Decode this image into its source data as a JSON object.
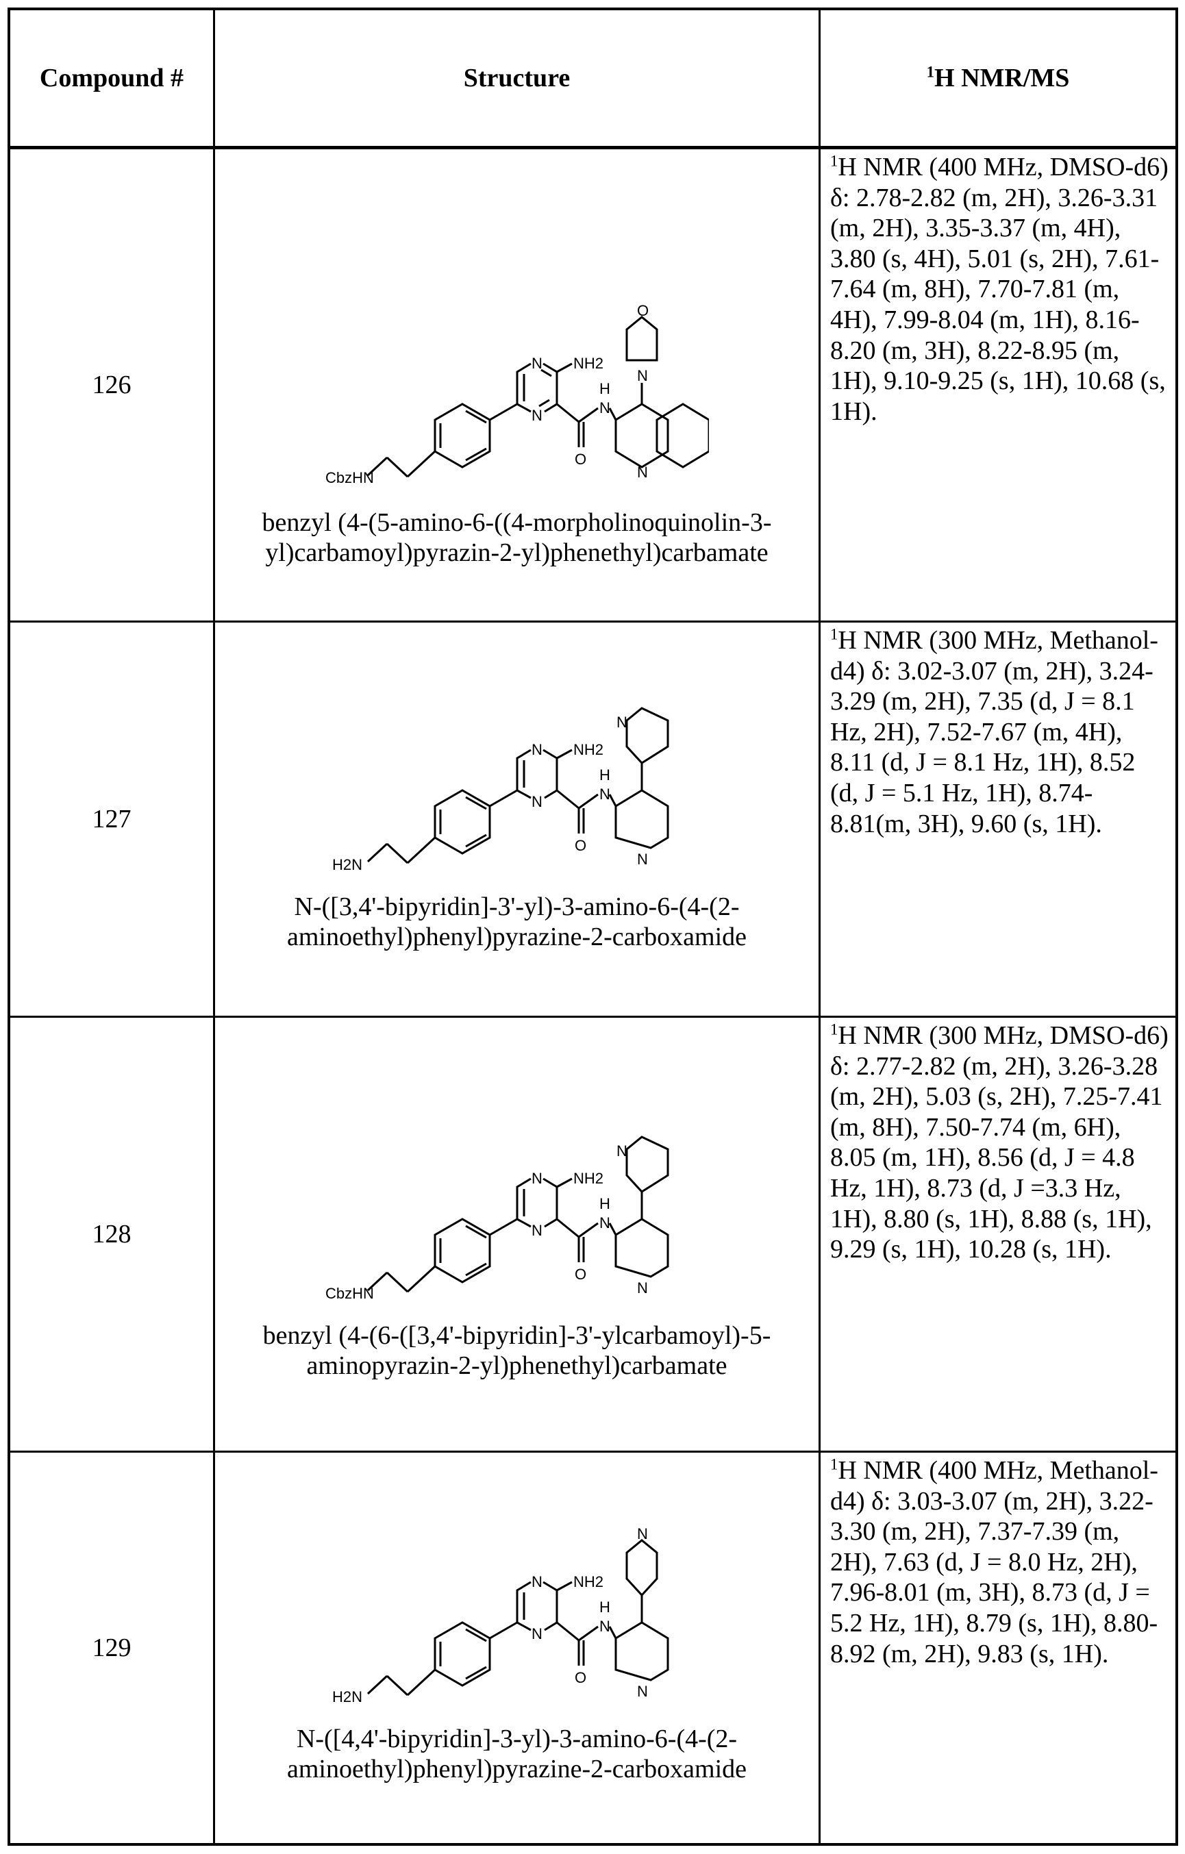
{
  "table": {
    "headers": {
      "compound": "Compound #",
      "structure": "Structure",
      "nmr_sup": "1",
      "nmr": "H NMR/MS"
    },
    "rows": [
      {
        "compound": "126",
        "structure_labels": [
          "CbzHN",
          "N",
          "N",
          "NH2",
          "H",
          "N",
          "O",
          "N",
          "O",
          "N"
        ],
        "name": "benzyl (4-(5-amino-6-((4-morpholinoquinolin-3-yl)carbamoyl)pyrazin-2-yl)phenethyl)carbamate",
        "nmr_sup": "1",
        "nmr": "H NMR (400 MHz, DMSO-d6) δ: 2.78-2.82 (m, 2H), 3.26-3.31 (m, 2H), 3.35-3.37 (m, 4H), 3.80 (s, 4H), 5.01 (s, 2H), 7.61-7.64 (m, 8H), 7.70-7.81 (m, 4H), 7.99-8.04 (m, 1H), 8.16-8.20 (m, 3H), 8.22-8.95 (m, 1H), 9.10-9.25 (s, 1H), 10.68 (s, 1H)."
      },
      {
        "compound": "127",
        "structure_labels": [
          "H2N",
          "N",
          "N",
          "NH2",
          "H",
          "N",
          "O",
          "N",
          "N"
        ],
        "name": "N-([3,4'-bipyridin]-3'-yl)-3-amino-6-(4-(2-aminoethyl)phenyl)pyrazine-2-carboxamide",
        "nmr_sup": "1",
        "nmr": "H NMR (300 MHz, Methanol-d4) δ: 3.02-3.07 (m, 2H), 3.24-3.29 (m, 2H), 7.35 (d, J = 8.1 Hz, 2H), 7.52-7.67 (m, 4H), 8.11 (d, J = 8.1 Hz, 1H), 8.52 (d, J = 5.1 Hz, 1H), 8.74-8.81(m, 3H), 9.60 (s, 1H)."
      },
      {
        "compound": "128",
        "structure_labels": [
          "CbzHN",
          "N",
          "N",
          "NH2",
          "H",
          "N",
          "O",
          "N",
          "N"
        ],
        "name": "benzyl (4-(6-([3,4'-bipyridin]-3'-ylcarbamoyl)-5-aminopyrazin-2-yl)phenethyl)carbamate",
        "nmr_sup": "1",
        "nmr": "H NMR (300 MHz, DMSO-d6) δ: 2.77-2.82 (m, 2H), 3.26-3.28 (m, 2H), 5.03 (s, 2H), 7.25-7.41 (m, 8H), 7.50-7.74 (m, 6H), 8.05 (m, 1H), 8.56 (d, J = 4.8 Hz, 1H), 8.73 (d, J =3.3 Hz, 1H), 8.80 (s, 1H), 8.88 (s, 1H), 9.29 (s, 1H), 10.28 (s, 1H)."
      },
      {
        "compound": "129",
        "structure_labels": [
          "H2N",
          "N",
          "N",
          "NH2",
          "H",
          "N",
          "O",
          "N",
          "N"
        ],
        "name": "N-([4,4'-bipyridin]-3-yl)-3-amino-6-(4-(2-aminoethyl)phenyl)pyrazine-2-carboxamide",
        "nmr_sup": "1",
        "nmr": "H NMR (400 MHz, Methanol-d4) δ: 3.03-3.07 (m, 2H), 3.22-3.30 (m, 2H), 7.37-7.39 (m, 2H), 7.63 (d, J = 8.0 Hz, 2H), 7.96-8.01 (m, 3H), 8.73 (d, J = 5.2 Hz, 1H), 8.79 (s, 1H), 8.80-8.92 (m, 2H), 9.83 (s, 1H)."
      }
    ]
  }
}
